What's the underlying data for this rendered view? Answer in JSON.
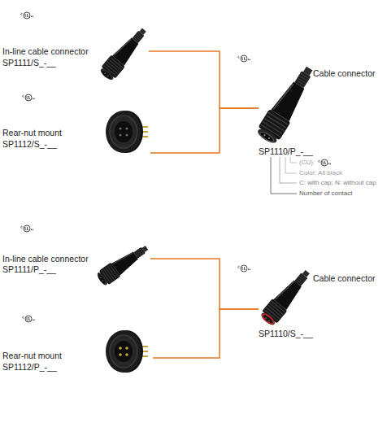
{
  "diagram": {
    "nodes": [
      {
        "text": [
          "In-line cable connector",
          "SP1111/S_-__"
        ]
      },
      {
        "text": [
          "Rear-nut mount",
          "SP1112/S_-__"
        ]
      },
      {
        "text": [
          "Cable connector",
          "SP1110/P_-__"
        ]
      },
      {
        "text": [
          "In-line cable connector",
          "SP1111/P_-__"
        ]
      },
      {
        "text": [
          "Rear-nut mount",
          "SP1112/P_-__"
        ]
      },
      {
        "text": [
          "Cable connector",
          "SP1110/S_-__"
        ]
      }
    ],
    "edges": [
      {
        "from": 0,
        "to": 2,
        "arrow": "none"
      },
      {
        "from": 1,
        "to": 2,
        "arrow": "none"
      },
      {
        "from": 3,
        "to": 5,
        "arrow": "none"
      },
      {
        "from": 4,
        "to": 5,
        "arrow": "none"
      }
    ],
    "labels": [
      "(CU):",
      "Color: All black",
      "C: with cap; N: without cap",
      "Number of contact"
    ]
  }
}
